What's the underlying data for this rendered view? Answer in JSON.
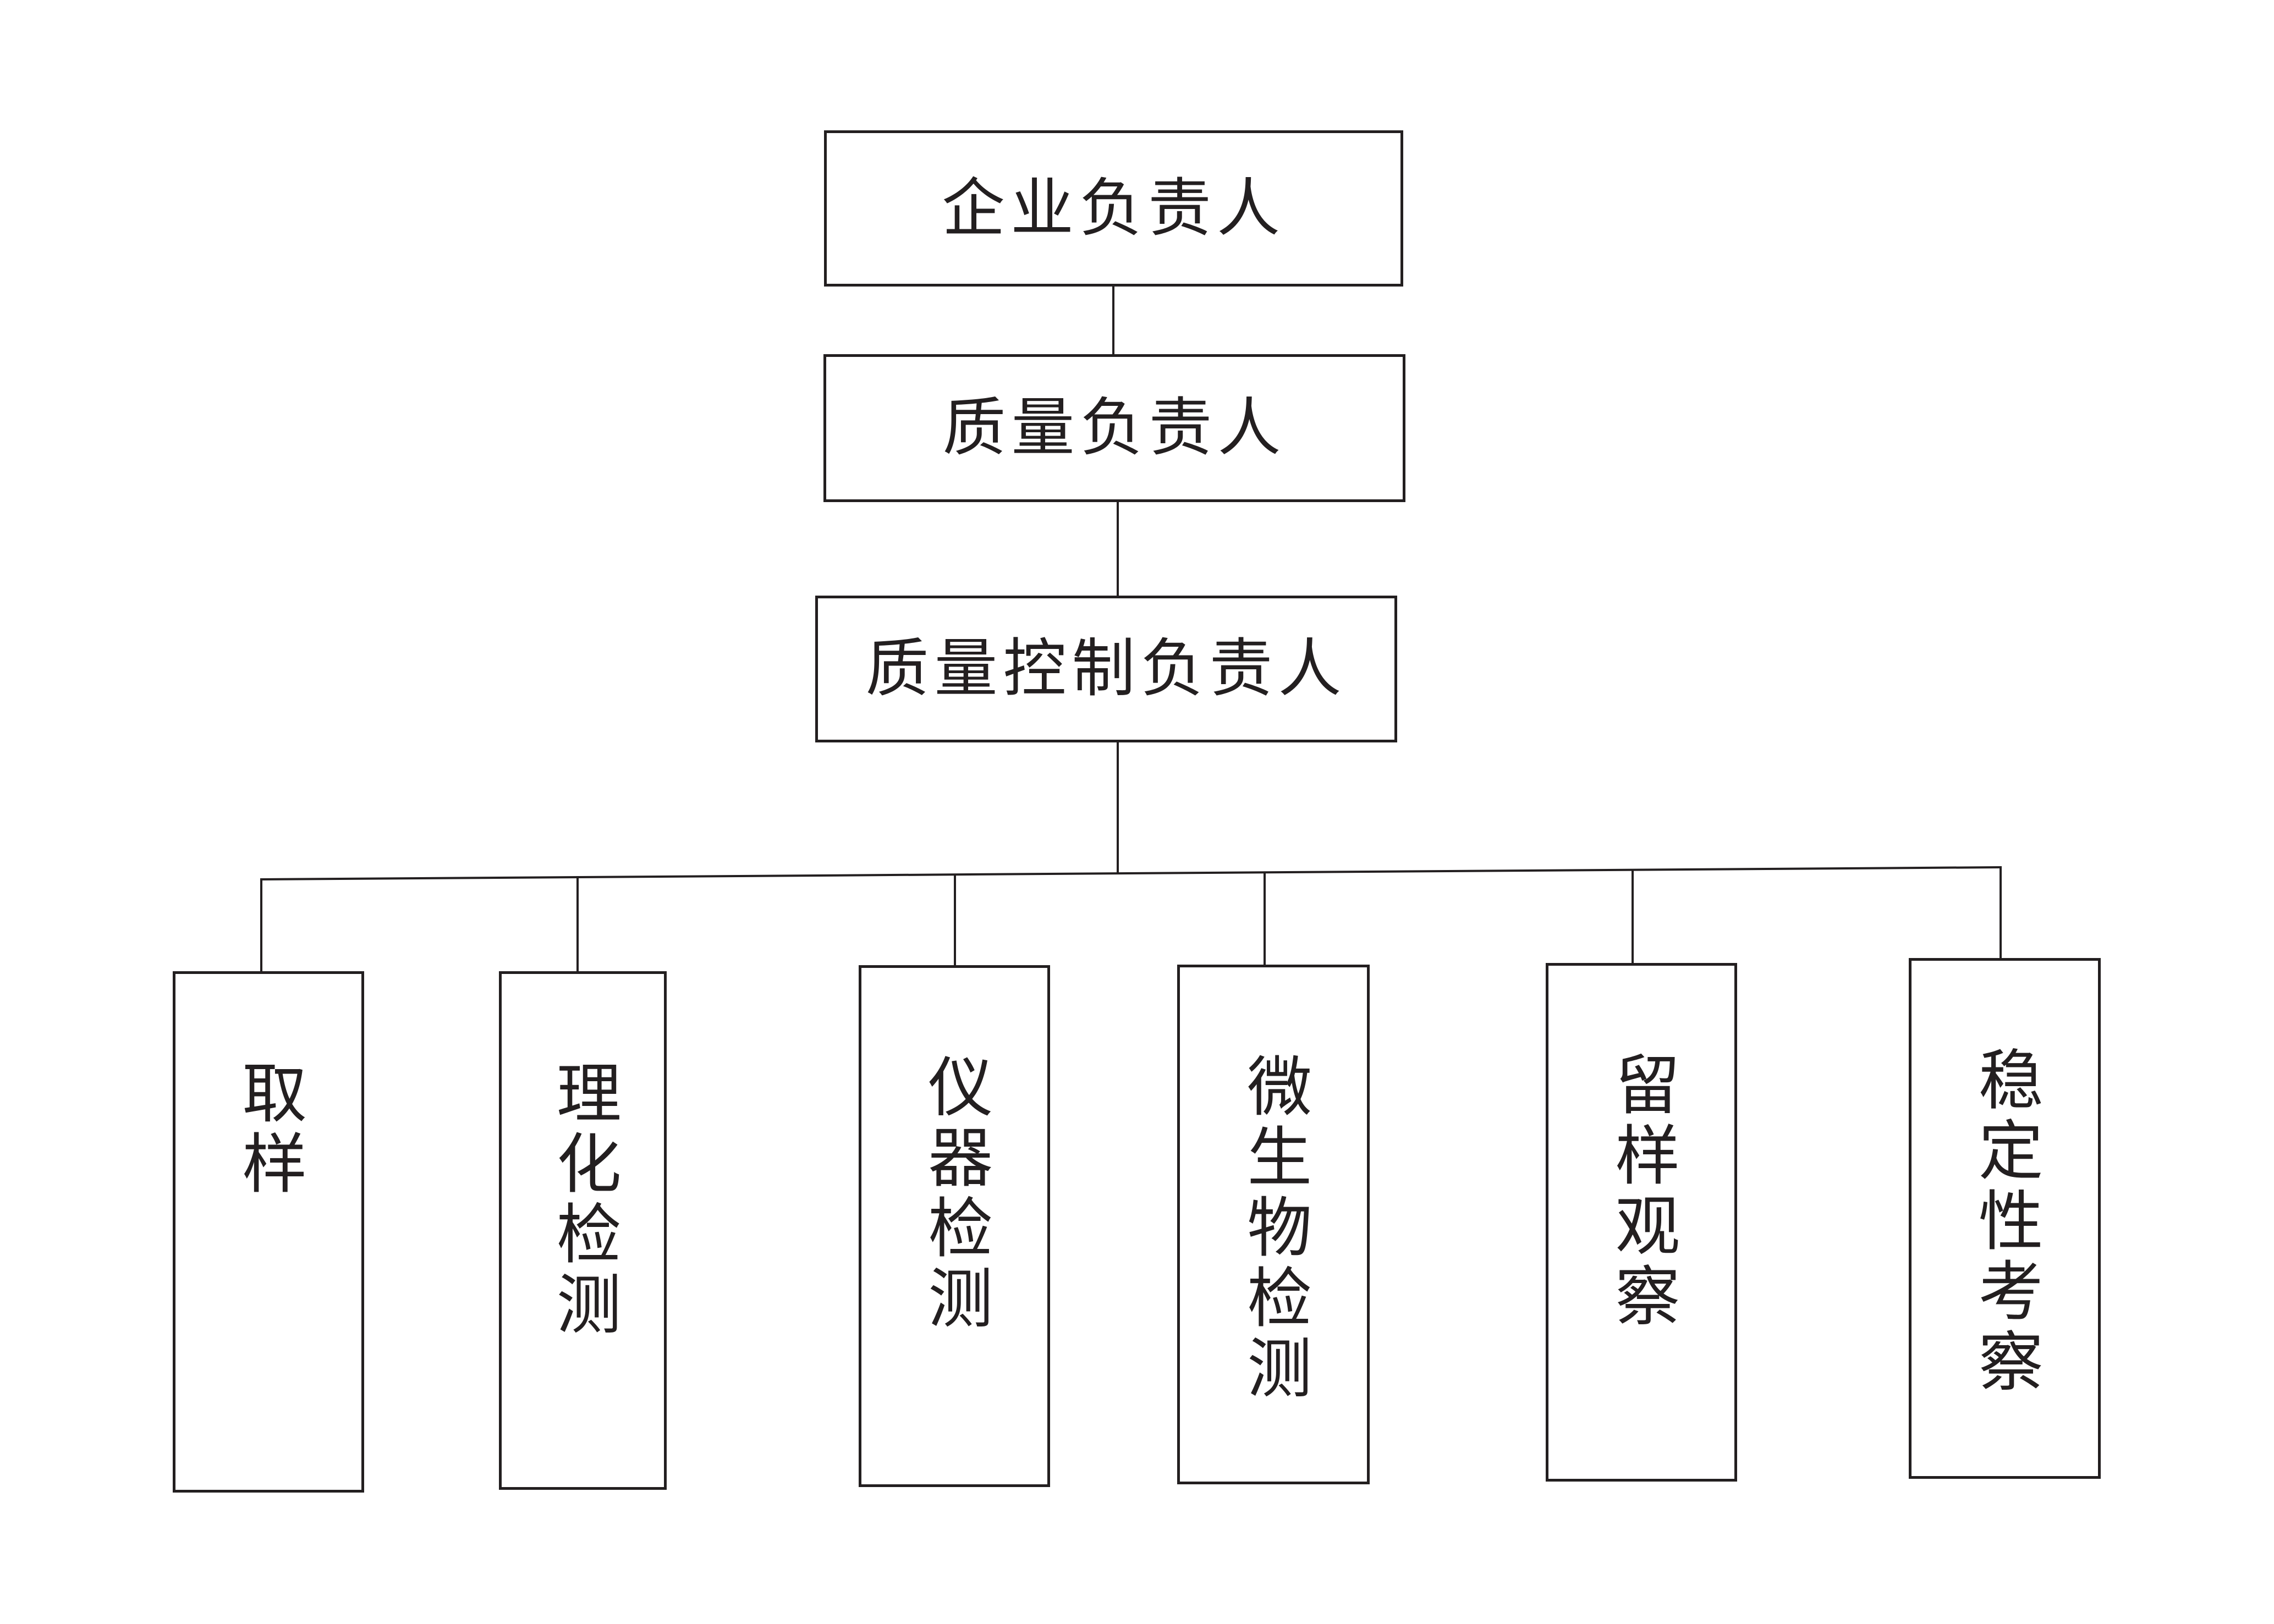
{
  "diagram": {
    "title": "quality-organization-chart",
    "background_color": "#ffffff",
    "line_color": "#231f20",
    "top_nodes": [
      {
        "id": "enterprise-head",
        "label": "企业负责人"
      },
      {
        "id": "quality-head",
        "label": "质量负责人"
      },
      {
        "id": "quality-control-head",
        "label": "质量控制负责人"
      }
    ],
    "bottom_nodes": [
      {
        "id": "sampling",
        "label": "取样"
      },
      {
        "id": "physicochemical-testing",
        "label": "理化检测"
      },
      {
        "id": "instrument-testing",
        "label": "仪器检测"
      },
      {
        "id": "microbiological-testing",
        "label": "微生物检测"
      },
      {
        "id": "retained-sample-observation",
        "label": "留样观察"
      },
      {
        "id": "stability-investigation",
        "label": "稳定性考察"
      }
    ]
  }
}
